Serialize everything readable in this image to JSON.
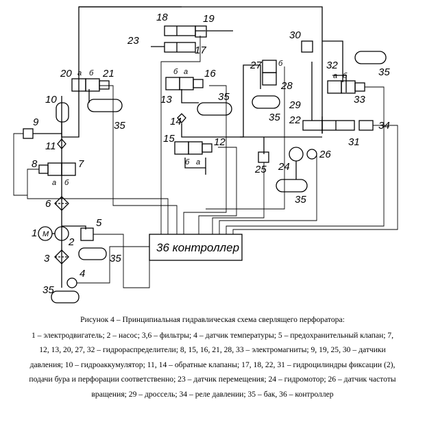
{
  "diagram": {
    "labels": {
      "n1": "1",
      "n2": "2",
      "n3": "3",
      "n4": "4",
      "n5": "5",
      "n6": "6",
      "n7": "7",
      "n8": "8",
      "n9": "9",
      "n10": "10",
      "n11": "11",
      "n12": "12",
      "n13": "13",
      "n14": "14",
      "n15": "15",
      "n16": "16",
      "n17": "17",
      "n18": "18",
      "n19": "19",
      "n20": "20",
      "n21": "21",
      "n22": "22",
      "n23": "23",
      "n24": "24",
      "n25": "25",
      "n26": "26",
      "n27": "27",
      "n28": "28",
      "n29": "29",
      "n30": "30",
      "n31": "31",
      "n32": "32",
      "n33": "33",
      "n34": "34"
    },
    "tank_label": "35",
    "motor_symbol": "M",
    "pos_a": "а",
    "pos_b": "б",
    "controller_text": "36 контроллер"
  },
  "caption": {
    "title": "Рисунок 4 – Принципиальная гидравлическая схема сверлящего перфоратора:",
    "lines": [
      "1 – электродвигатель; 2 – насос; 3,6 – фильтры; 4 – датчик температуры; 5 – предохранительный клапан; 7,",
      "12, 13, 20, 27, 32 – гидрораспределители; 8, 15, 16, 21, 28, 33 – электромагниты; 9, 19, 25, 30 – датчики",
      "давления; 10 – гидроаккумулятор; 11, 14 – обратные клапаны; 17, 18, 22, 31 – гидроцилиндры фиксации (2),",
      "подачи бура и перфорации соответственно; 23 – датчик перемещения; 24 – гидромотор; 26 – датчик частоты",
      "вращения; 29 – дроссель; 34 – реле давлении; 35 – бак, 36 – контроллер"
    ]
  }
}
